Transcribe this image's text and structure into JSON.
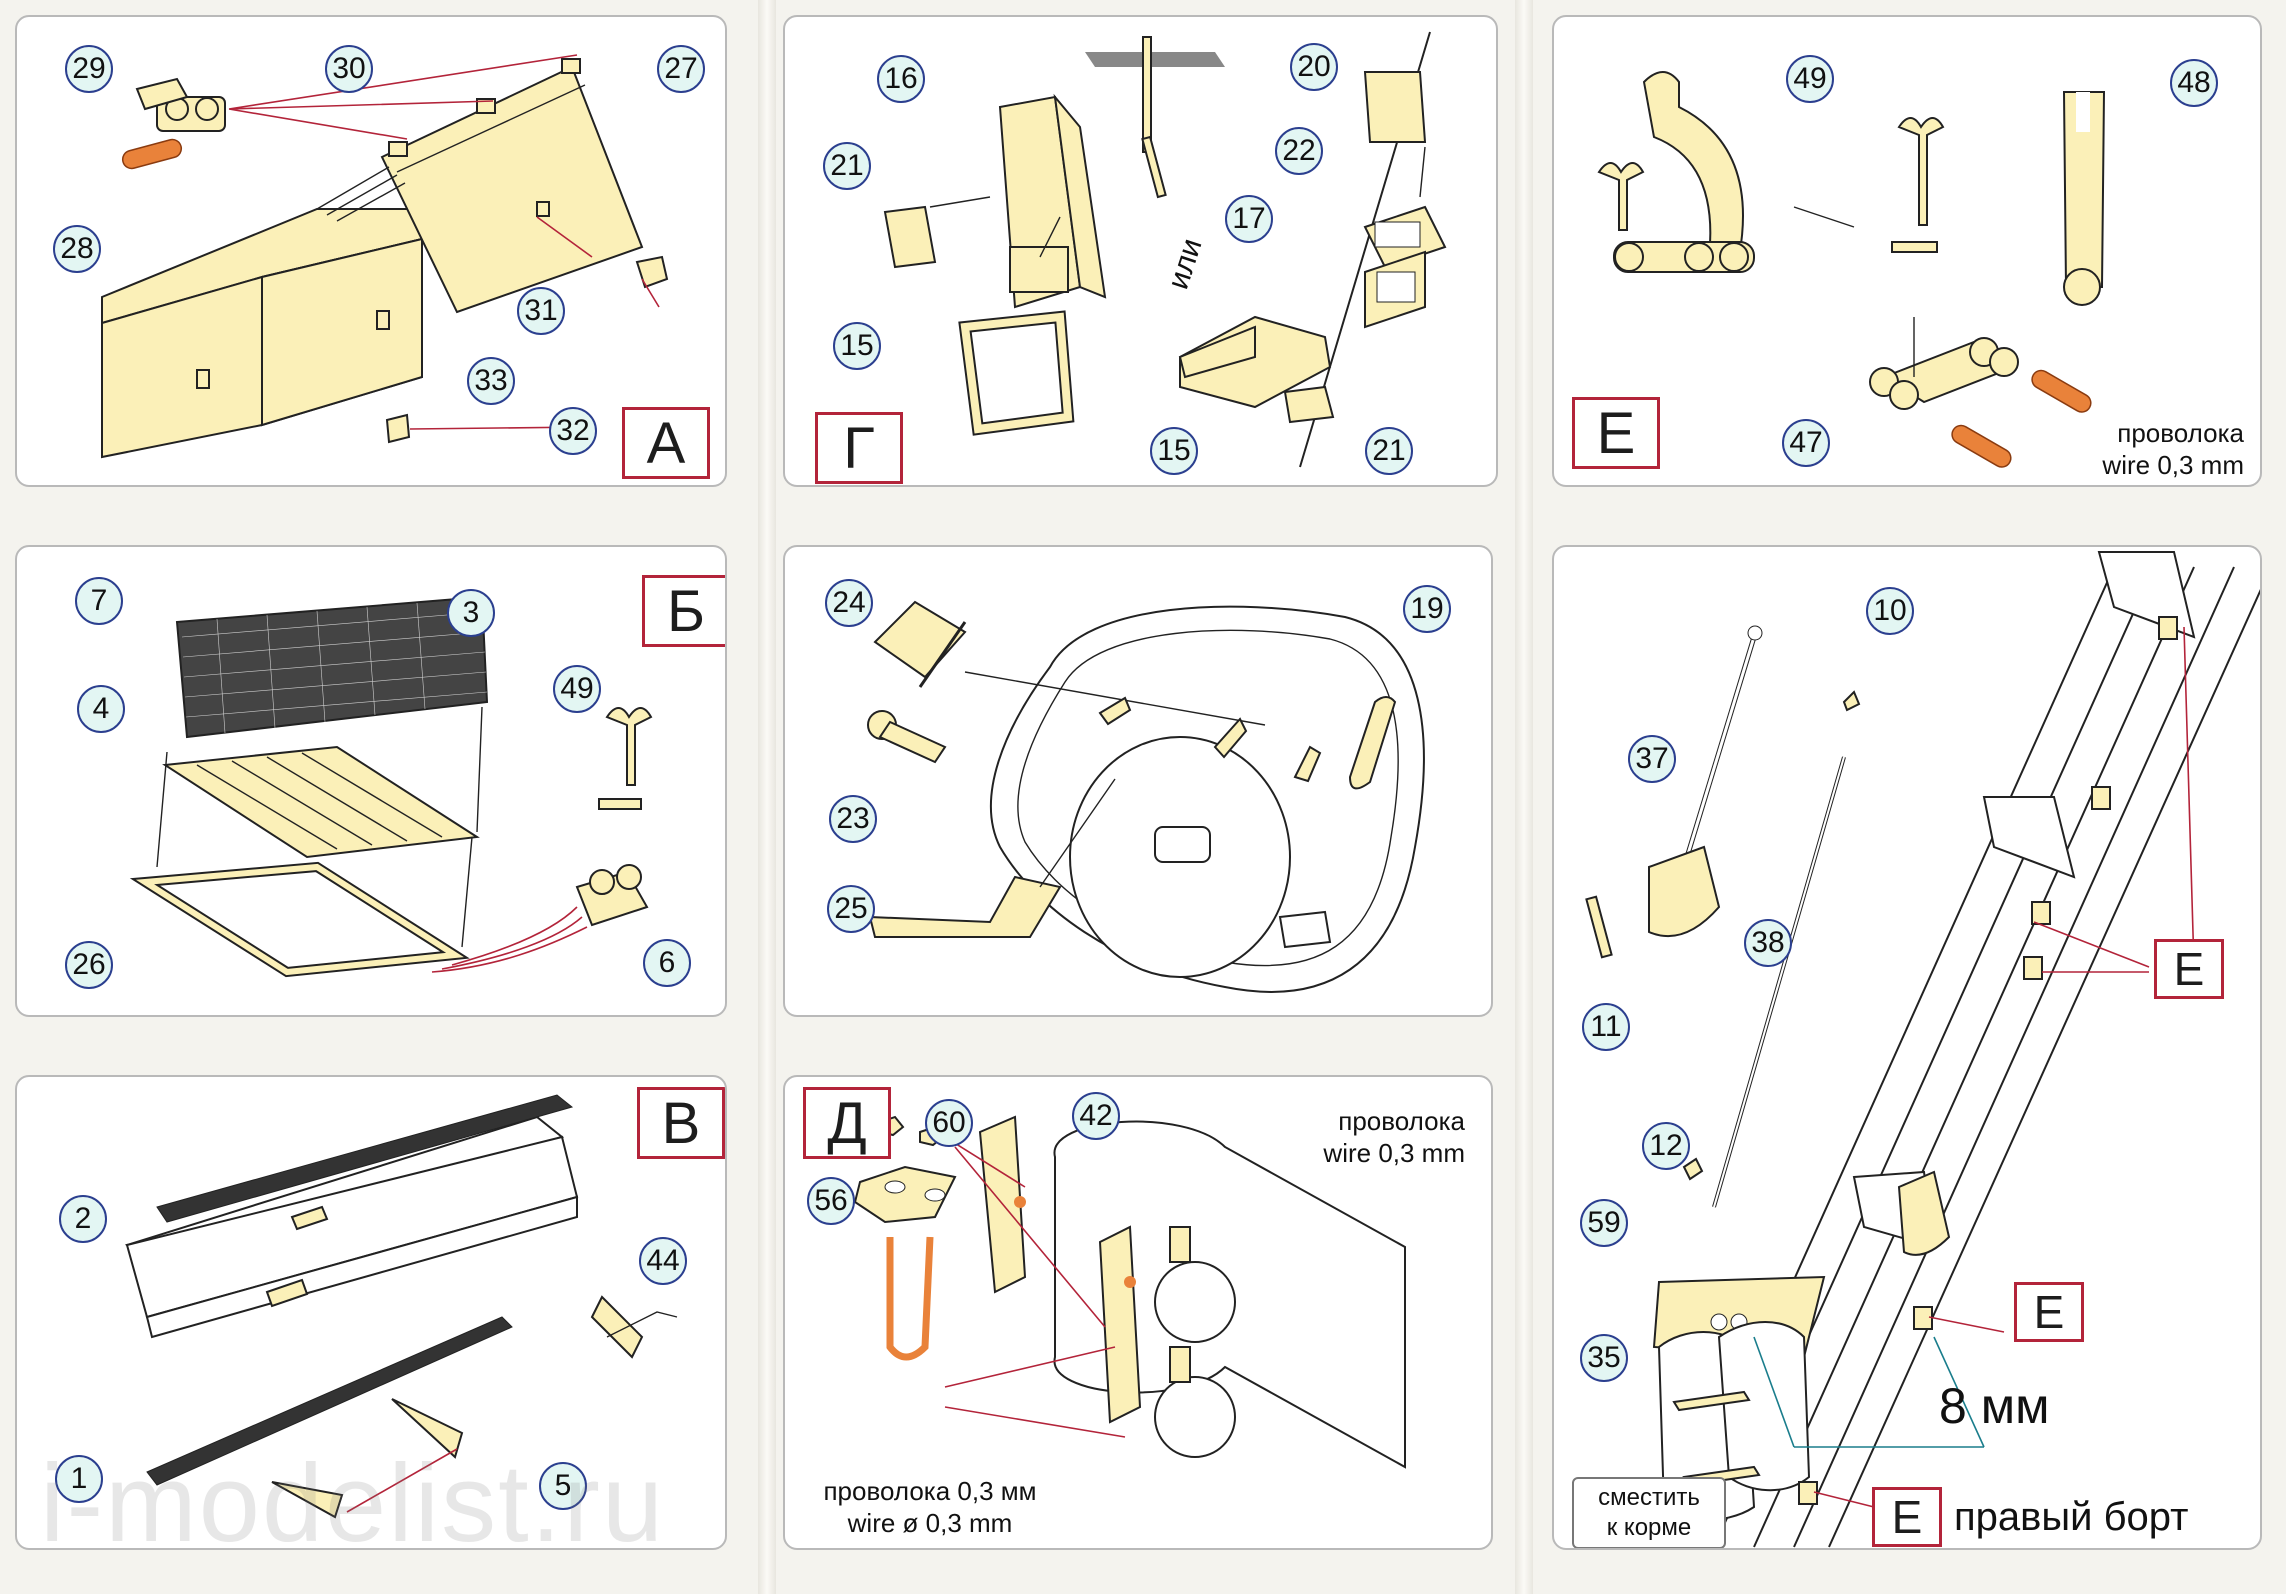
{
  "panels": {
    "A": {
      "step": "А",
      "labels": [
        "29",
        "30",
        "27",
        "28",
        "31",
        "33",
        "32"
      ]
    },
    "B": {
      "step": "Б",
      "labels": [
        "7",
        "3",
        "4",
        "49",
        "26",
        "6"
      ]
    },
    "V": {
      "step": "В",
      "labels": [
        "2",
        "44",
        "1",
        "5"
      ]
    },
    "G": {
      "step": "Г",
      "labels": [
        "16",
        "21",
        "15",
        "20",
        "22",
        "17",
        "15",
        "21"
      ],
      "or_text": "или"
    },
    "D1": {
      "labels": [
        "24",
        "19",
        "23",
        "25"
      ]
    },
    "D": {
      "step": "Д",
      "labels": [
        "60",
        "42",
        "56"
      ],
      "wire_ru": "проволока",
      "wire_en": "wire 0,3 mm",
      "wire2_ru": "проволока 0,3 мм",
      "wire2_en": "wire ø 0,3 mm"
    },
    "E": {
      "step": "Е",
      "labels": [
        "49",
        "48",
        "47"
      ],
      "wire_ru": "проволока",
      "wire_en": "wire 0,3 mm"
    },
    "F": {
      "labels": [
        "10",
        "37",
        "38",
        "11",
        "12",
        "59",
        "35"
      ],
      "refs": [
        "Е",
        "Е",
        "Е"
      ],
      "dimension": "8 мм",
      "shift_note_1": "сместить",
      "shift_note_2": "к корме",
      "side_label": "правый борт"
    }
  },
  "watermark": "i-modelist.ru"
}
